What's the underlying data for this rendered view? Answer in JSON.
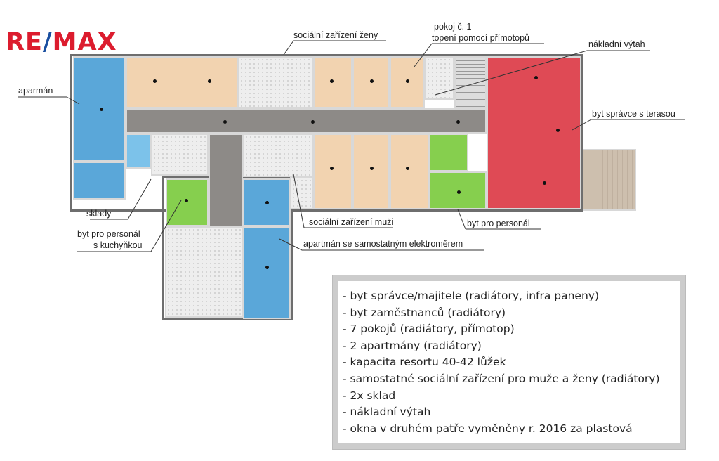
{
  "logo": {
    "left": "RE",
    "slash": "/",
    "right": "MAX"
  },
  "labels": {
    "apartman": "aparmán",
    "wc_zeny": "sociální zařízení ženy",
    "pokoj1_a": "pokoj č. 1",
    "pokoj1_b": "topení pomocí přímotopů",
    "vytah": "nákladní výtah",
    "byt_spravce": "byt správce s terasou",
    "sklady": "sklady",
    "personal_kuch_a": "byt pro personál",
    "personal_kuch_b": "s kuchyňkou",
    "wc_muzi": "sociální zařízení muži",
    "byt_personal": "byt pro personál",
    "apartman_elektro": "apartmán se samostatným elektroměrem"
  },
  "features": [
    "- byt správce/majitele (radiátory, infra paneny)",
    "- byt zaměstnanců (radiátory)",
    "- 7 pokojů (radiátory, přímotop)",
    "- 2 apartmány (radiátory)",
    "- kapacita resortu 40-42 lůžek",
    "- samostatné sociální zařízení pro muže a ženy (radiátory)",
    "- 2x sklad",
    "- nákladní výtah",
    "- okna v druhém patře vyměněny r. 2016 za plastová"
  ]
}
